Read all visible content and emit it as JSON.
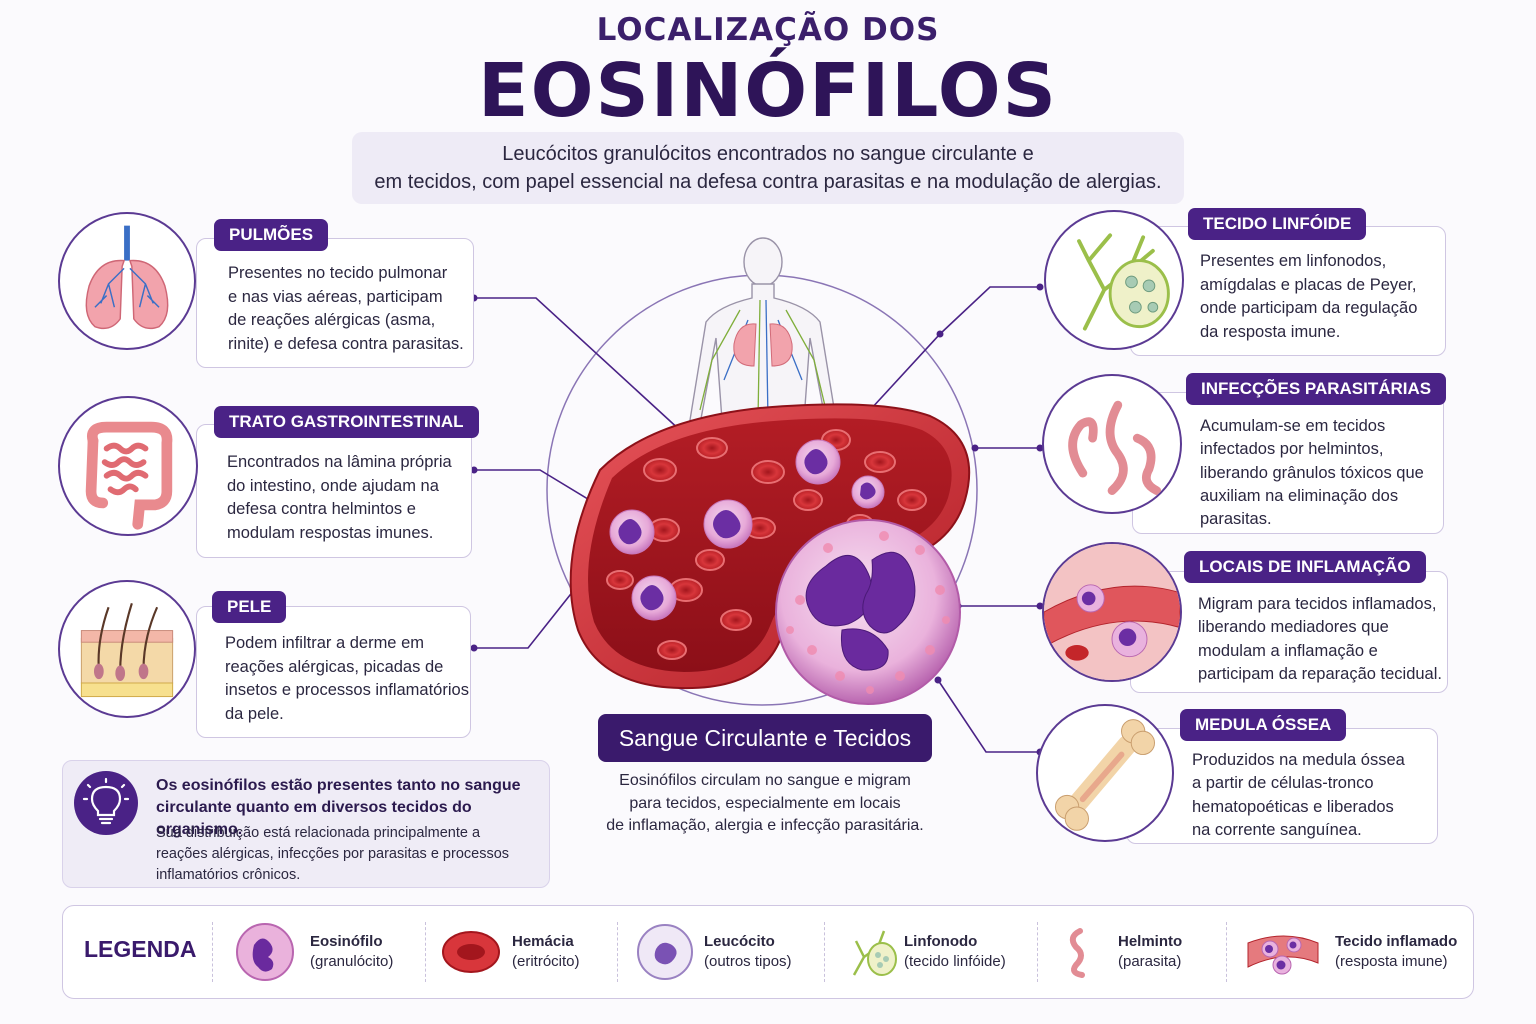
{
  "header": {
    "title_top": "LOCALIZAÇÃO DOS",
    "title_main": "EOSINÓFILOS",
    "subtitle_line1": "Leucócitos granulócitos encontrados no sangue circulante e",
    "subtitle_line2": "em tecidos, com papel essencial na defesa contra parasitas e na modulação de alergias."
  },
  "left_cards": [
    {
      "tag": "PULMÕES",
      "icon": "lungs-icon",
      "lines": [
        "Presentes no tecido pulmonar",
        "e nas vias aéreas, participam",
        "de reações alérgicas (asma,",
        "rinite) e defesa contra parasitas."
      ]
    },
    {
      "tag": "TRATO GASTROINTESTINAL",
      "icon": "intestine-icon",
      "lines": [
        "Encontrados na lâmina própria",
        "do intestino, onde ajudam na",
        "defesa contra helmintos e",
        "modulam respostas imunes."
      ]
    },
    {
      "tag": "PELE",
      "icon": "skin-icon",
      "lines": [
        "Podem infiltrar a derme em",
        "reações alérgicas, picadas de",
        "insetos e processos inflamatórios",
        "da pele."
      ]
    }
  ],
  "right_cards": [
    {
      "tag": "TECIDO LINFÓIDE",
      "icon": "lymph-node-icon",
      "lines": [
        "Presentes em linfonodos,",
        "amígdalas e placas de Peyer,",
        "onde participam da regulação",
        "da resposta imune."
      ]
    },
    {
      "tag": "INFECÇÕES PARASITÁRIAS",
      "icon": "helminth-icon",
      "lines": [
        "Acumulam-se em tecidos",
        "infectados por helmintos,",
        "liberando grânulos tóxicos que",
        "auxiliam na eliminação dos",
        "parasitas."
      ]
    },
    {
      "tag": "LOCAIS DE INFLAMAÇÃO",
      "icon": "inflamed-tissue-icon",
      "lines": [
        "Migram para tecidos inflamados,",
        "liberando mediadores que",
        "modulam a inflamação e",
        "participam da reparação tecidual."
      ]
    },
    {
      "tag": "MEDULA ÓSSEA",
      "icon": "bone-icon",
      "lines": [
        "Produzidos na medula óssea",
        "a partir de células-tronco",
        "hematopoéticas e liberados",
        "na corrente sanguínea."
      ]
    }
  ],
  "center": {
    "tag": "Sangue Circulante e Tecidos",
    "lines": [
      "Eosinófilos circulam no sangue e migram",
      "para tecidos, especialmente em locais",
      "de inflamação, alergia e infecção parasitária."
    ]
  },
  "info": {
    "icon": "lightbulb-icon",
    "bold_lines": [
      "Os eosinófilos estão presentes tanto no sangue",
      "circulante quanto em diversos tecidos do organismo."
    ],
    "lines": [
      "Sua distribuição está relacionada principalmente a",
      "reações alérgicas, infecções por parasitas e processos",
      "inflamatórios crônicos."
    ]
  },
  "legend": {
    "title": "LEGENDA",
    "items": [
      {
        "name": "Eosinófilo",
        "sub": "(granulócito)",
        "icon": "eosinophil-icon"
      },
      {
        "name": "Hemácia",
        "sub": "(eritrócito)",
        "icon": "red-blood-cell-icon"
      },
      {
        "name": "Leucócito",
        "sub": "(outros tipos)",
        "icon": "leukocyte-icon"
      },
      {
        "name": "Linfonodo",
        "sub": "(tecido linfóide)",
        "icon": "lymph-node-icon"
      },
      {
        "name": "Helminto",
        "sub": "(parasita)",
        "icon": "helminth-icon"
      },
      {
        "name": "Tecido inflamado",
        "sub": "(resposta imune)",
        "icon": "inflamed-tissue-icon"
      }
    ]
  },
  "colors": {
    "primary": "#4a2286",
    "title": "#2e1458",
    "blood": "#c4262a",
    "eosinophil": "#8a4fc0"
  }
}
